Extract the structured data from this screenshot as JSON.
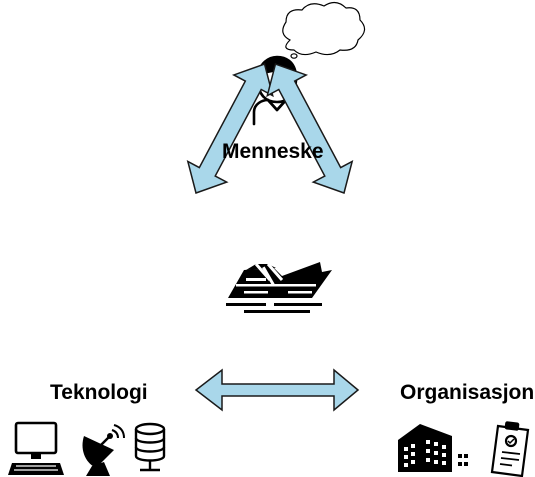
{
  "nodes": {
    "human": {
      "label": "Menneske"
    },
    "technology": {
      "label": "Teknologi"
    },
    "organization": {
      "label": "Organisasjon"
    }
  },
  "colors": {
    "arrow_fill": "#A9D7EA",
    "arrow_stroke": "#1A1A1A",
    "icon": "#000000"
  },
  "icons": {
    "thought": "thought-bubble-icon",
    "person": "person-icon",
    "ship": "sinking-ship-icon",
    "computer": "computer-icon",
    "satellite": "satellite-dish-icon",
    "database": "database-icon",
    "building": "office-building-icon",
    "clipboard": "clipboard-icon"
  }
}
